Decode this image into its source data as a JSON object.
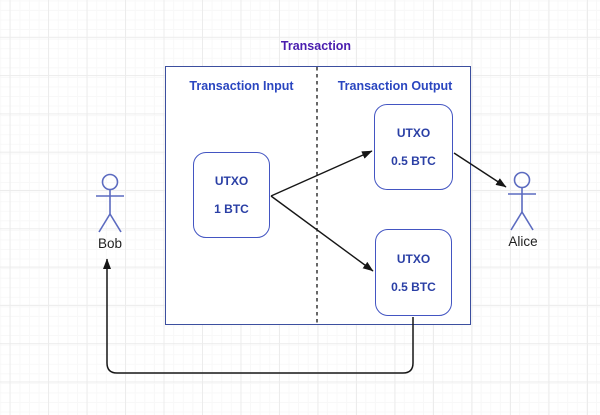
{
  "diagram": {
    "title": "Transaction",
    "sections": {
      "input": {
        "label": "Transaction Input"
      },
      "output": {
        "label": "Transaction Output"
      }
    },
    "nodes": {
      "input_utxo": {
        "title": "UTXO",
        "amount": "1 BTC"
      },
      "output_utxo_1": {
        "title": "UTXO",
        "amount": "0.5 BTC"
      },
      "output_utxo_2": {
        "title": "UTXO",
        "amount": "0.5 BTC"
      }
    },
    "actors": {
      "bob": {
        "name": "Bob"
      },
      "alice": {
        "name": "Alice"
      }
    },
    "icons": {
      "bob": "person-icon",
      "alice": "person-icon"
    },
    "colors": {
      "title_text": "#4a1daf",
      "section_label_text": "#2a46c0",
      "utxo_text": "#2a3fa5",
      "box_border": "#4355c2",
      "outer_border": "#3c4f9f",
      "actor_stroke": "#5c6bc0",
      "actor_label_text": "#1f1f1f",
      "arrow_color": "#161616"
    }
  }
}
